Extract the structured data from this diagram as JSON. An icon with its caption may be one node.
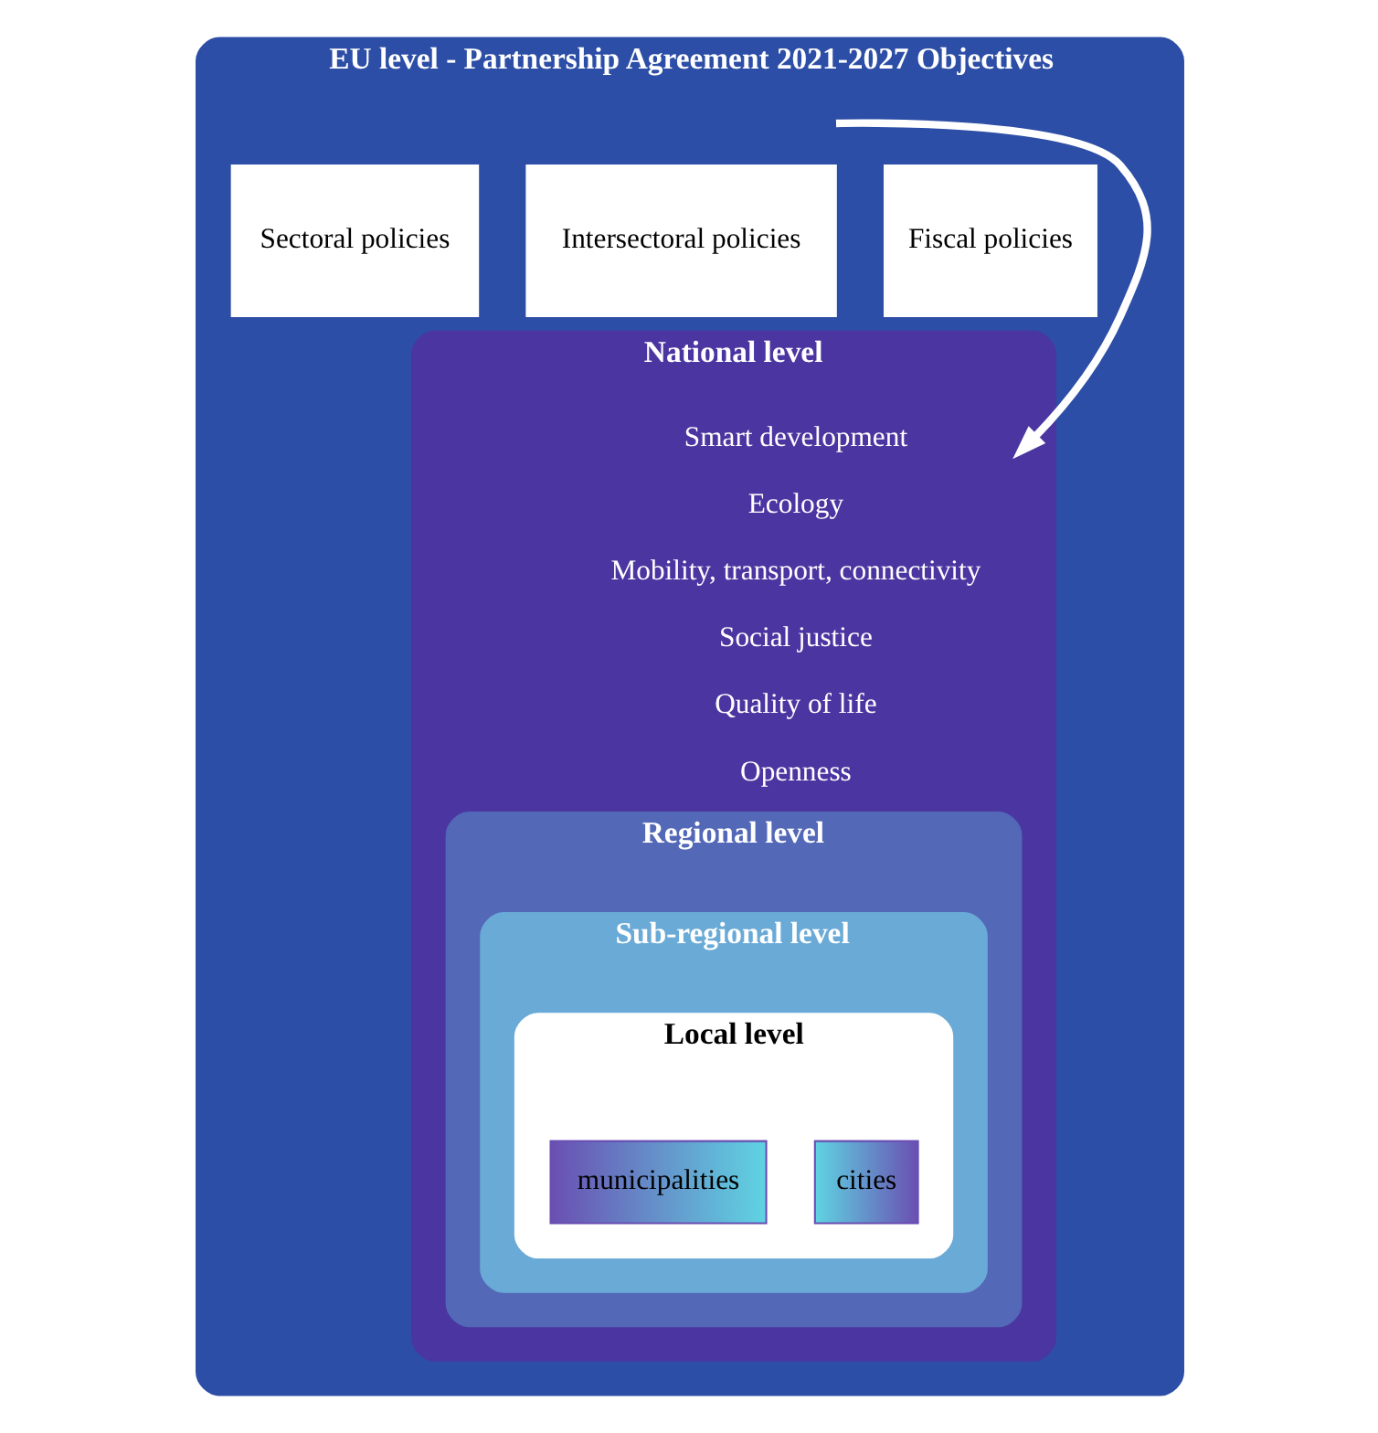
{
  "diagram": {
    "nodes": [
      {
        "text": [
          "EU level - Partnership Agreement 2021-2027 Objectives"
        ]
      },
      {
        "text": [
          "Sectoral policies"
        ],
        "in": 0
      },
      {
        "text": [
          "Intersectoral policies"
        ],
        "in": 0
      },
      {
        "text": [
          "Fiscal policies"
        ],
        "in": 0
      },
      {
        "text": [
          "National level"
        ],
        "in": 0
      },
      {
        "text": [
          "Regional level"
        ],
        "in": 4
      },
      {
        "text": [
          "Sub-regional level"
        ],
        "in": 5
      },
      {
        "text": [
          "Local level"
        ],
        "in": 6
      },
      {
        "text": [
          "municipalities"
        ],
        "in": 7
      },
      {
        "text": [
          "cities"
        ],
        "in": 7
      },
      {
        "text": [
          "Smart development",
          "Ecology",
          "Mobility, transport, connectivity",
          "Social justice",
          "Quality of life",
          "Openness"
        ],
        "in": 4
      }
    ],
    "edges": [
      {
        "from": 0,
        "to": 10,
        "arrow": "to",
        "color": "#ffffff"
      }
    ]
  }
}
